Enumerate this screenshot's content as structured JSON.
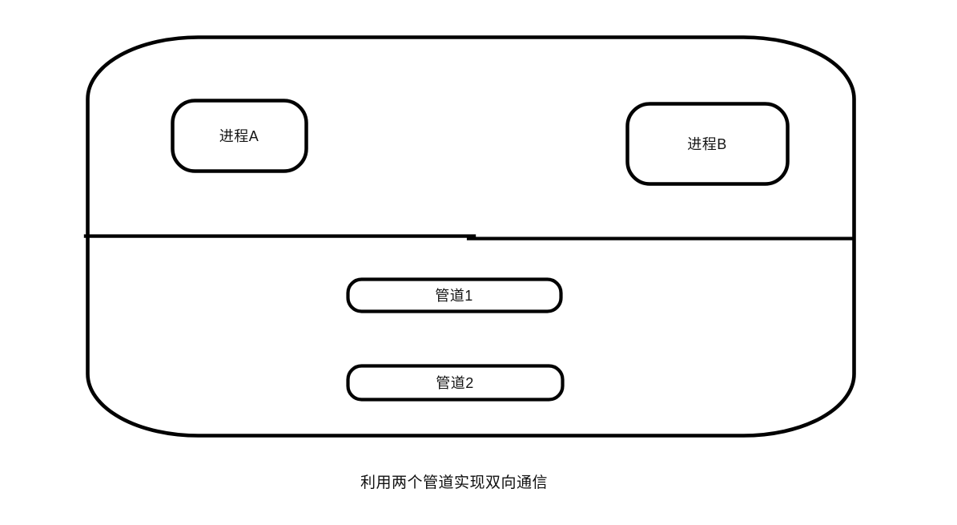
{
  "diagram": {
    "caption": "利用两个管道实现双向通信",
    "nodes": {
      "process_a": {
        "label": "进程A"
      },
      "process_b": {
        "label": "进程B"
      },
      "pipe_1": {
        "label": "管道1"
      },
      "pipe_2": {
        "label": "管道2"
      }
    },
    "colors": {
      "stroke": "#000000",
      "text": "#141414",
      "background": "#ffffff"
    }
  }
}
